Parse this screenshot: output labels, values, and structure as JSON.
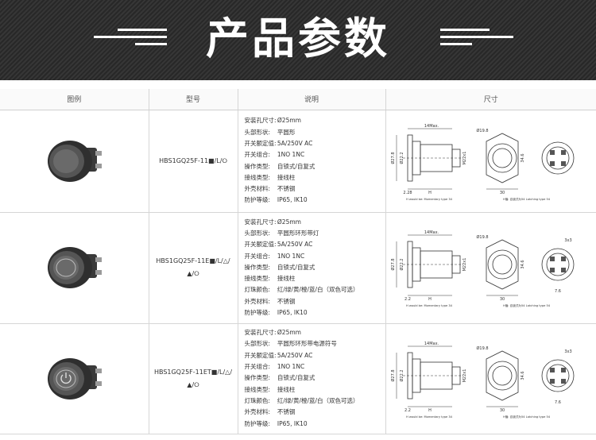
{
  "banner": {
    "title": "产品参数"
  },
  "table": {
    "headers": [
      "图例",
      "型号",
      "说明",
      "尺寸"
    ],
    "rows": [
      {
        "model": [
          "HBS1GQ25F-11■/L/⭘"
        ],
        "specs": [
          {
            "k": "安装孔尺寸:",
            "v": "Ø25mm"
          },
          {
            "k": "头部形状:",
            "v": "平圆形"
          },
          {
            "k": "开关额定值:",
            "v": "5A/250V AC"
          },
          {
            "k": "开关组合:",
            "v": "1NO 1NC"
          },
          {
            "k": "操作类型:",
            "v": "自锁式/自复式"
          },
          {
            "k": "接线类型:",
            "v": "接线柱"
          },
          {
            "k": "外壳材料:",
            "v": "不锈钢"
          },
          {
            "k": "防护等级:",
            "v": "IP65, IK10"
          }
        ],
        "dims": {
          "top": "14Max.",
          "dia1": "Ø27.8",
          "dia2": "Ø22.2",
          "m": "M22x1",
          "t1": "2.28",
          "h": "H",
          "w": "30",
          "d": "Ø19.8",
          "l": "34.6",
          "n1": "H值: 自锁式为54 Latching type 54",
          "n2": "H would be: Momentary type 34"
        }
      },
      {
        "model": [
          "HBS1GQ25F-11E■/L/△/",
          "▲/⭘"
        ],
        "specs": [
          {
            "k": "安装孔尺寸:",
            "v": "Ø25mm"
          },
          {
            "k": "头部形状:",
            "v": "平圆形环形带灯"
          },
          {
            "k": "开关额定值:",
            "v": "5A/250V AC"
          },
          {
            "k": "开关组合:",
            "v": "1NO 1NC"
          },
          {
            "k": "操作类型:",
            "v": "自锁式/自复式"
          },
          {
            "k": "接线类型:",
            "v": "接线柱"
          },
          {
            "k": "灯珠颜色:",
            "v": "红/绿/黄/橙/蓝/白（双色可选）"
          },
          {
            "k": "外壳材料:",
            "v": "不锈钢"
          },
          {
            "k": "防护等级:",
            "v": "IP65, IK10"
          }
        ],
        "dims": {
          "top": "14Max.",
          "dia1": "Ø27.8",
          "dia2": "Ø22.2",
          "m": "M22x1",
          "t1": "2.2",
          "h": "H",
          "w": "30",
          "d": "Ø19.8",
          "l": "34.6",
          "s": "3x3",
          "f": "7.6",
          "n1": "H值: 自锁式为54 Latching type 54",
          "n2": "H would be: Momentary type 34"
        }
      },
      {
        "model": [
          "HBS1GQ25F-11ET■/L/△/",
          "▲/⭘"
        ],
        "specs": [
          {
            "k": "安装孔尺寸:",
            "v": "Ø25mm"
          },
          {
            "k": "头部形状:",
            "v": "平圆形环形带电源符号"
          },
          {
            "k": "开关额定值:",
            "v": "5A/250V AC"
          },
          {
            "k": "开关组合:",
            "v": "1NO 1NC"
          },
          {
            "k": "操作类型:",
            "v": "自锁式/自复式"
          },
          {
            "k": "接线类型:",
            "v": "接线柱"
          },
          {
            "k": "灯珠颜色:",
            "v": "红/绿/黄/橙/蓝/白（双色可选）"
          },
          {
            "k": "外壳材料:",
            "v": "不锈钢"
          },
          {
            "k": "防护等级:",
            "v": "IP65, IK10"
          }
        ],
        "dims": {
          "top": "14Max.",
          "dia1": "Ø27.8",
          "dia2": "Ø22.2",
          "m": "M22x1",
          "t1": "2.2",
          "h": "H",
          "w": "30",
          "d": "Ø19.8",
          "l": "34.6",
          "s": "3x3",
          "f": "7.6",
          "n1": "H值: 自锁式为54 Latching type 54",
          "n2": "H would be: Momentary type 34"
        }
      }
    ]
  },
  "colors": {
    "banner": "#2b2b2b",
    "line": "#d6d6d6",
    "metal": "#4a4a4a"
  }
}
